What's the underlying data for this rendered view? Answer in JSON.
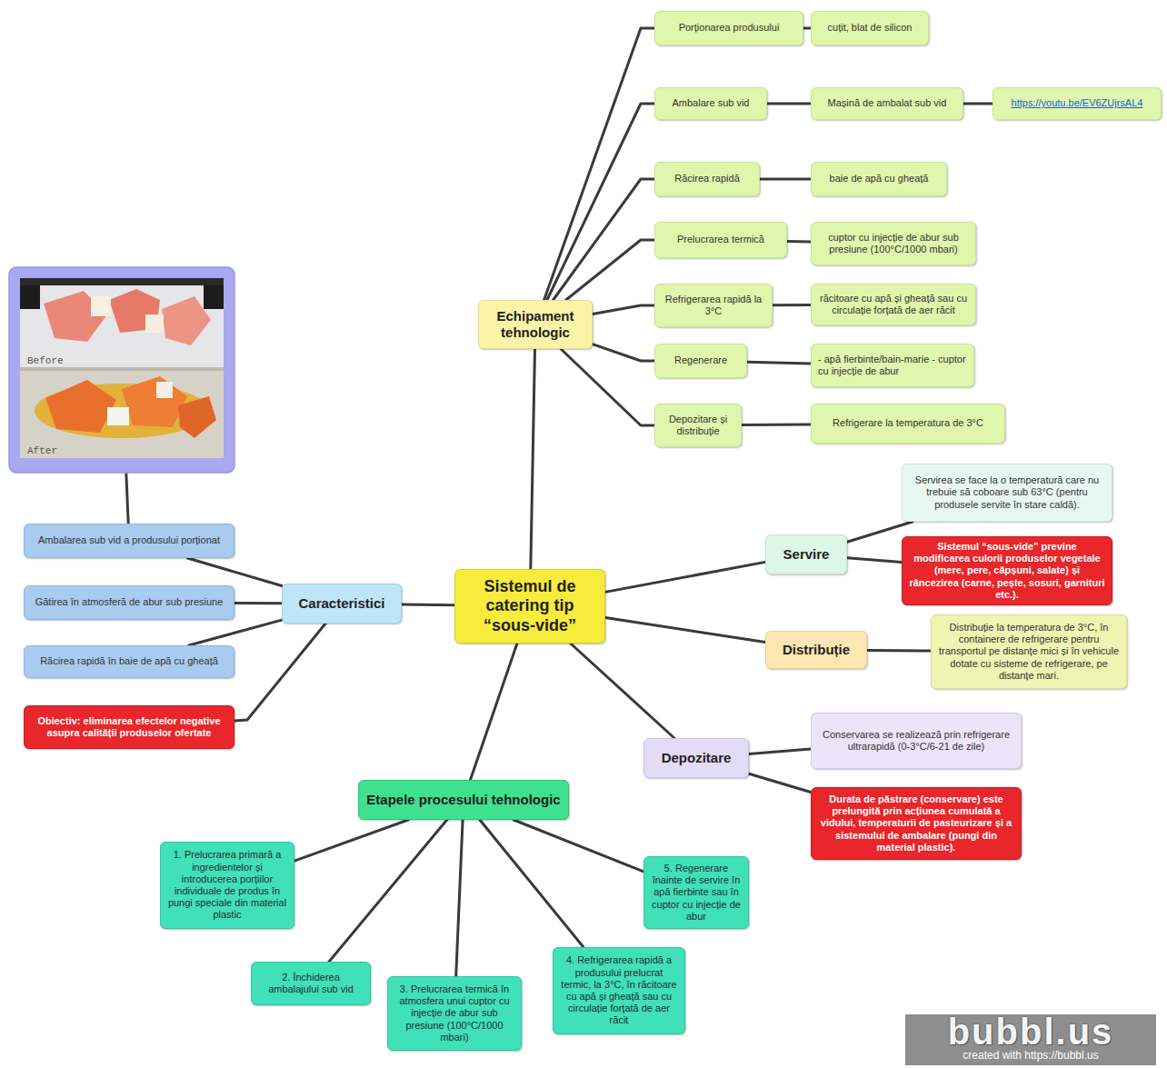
{
  "diagram": {
    "nodes": [
      {
        "text": [
          "Sistemul de catering tip “sous-vide”"
        ]
      },
      {
        "text": [
          "Echipament tehnologic"
        ]
      },
      {
        "text": [
          "Porționarea produsului"
        ]
      },
      {
        "text": [
          "cuțit, blat de silicon"
        ]
      },
      {
        "text": [
          "Ambalare sub vid"
        ]
      },
      {
        "text": [
          "Mașină de ambalat sub vid"
        ]
      },
      {
        "text": [
          "https://youtu.be/EV6ZUjrsAL4"
        ]
      },
      {
        "text": [
          "Răcirea rapidă"
        ]
      },
      {
        "text": [
          "baie de apă cu gheață"
        ]
      },
      {
        "text": [
          "Prelucrarea termică"
        ]
      },
      {
        "text": [
          "cuptor cu injecție de abur sub presiune (100°C/1000 mbari)"
        ]
      },
      {
        "text": [
          "Refrigerarea rapidă la 3°C"
        ]
      },
      {
        "text": [
          "răcitoare cu apă și gheață sau cu circulație forțată de aer răcit"
        ]
      },
      {
        "text": [
          "Regenerare"
        ]
      },
      {
        "text": [
          "- apă fierbinte/bain-marie - cuptor cu injecție de abur"
        ]
      },
      {
        "text": [
          "Depozitare și distribuție"
        ]
      },
      {
        "text": [
          "Refrigerare la temperatura de 3°C"
        ]
      },
      {
        "text": [
          "Servire"
        ]
      },
      {
        "text": [
          "Servirea se face la o temperatură care nu trebuie să coboare sub 63°C (pentru produsele servite în stare caldă)."
        ]
      },
      {
        "text": [
          "Sistemul “sous-vide” previne modificarea culorii produselor vegetale (mere, pere, căpșuni, salate) și râncezirea (carne, pește, sosuri, garnituri etc.)."
        ]
      },
      {
        "text": [
          "Distribuție"
        ]
      },
      {
        "text": [
          "Distribuție la temperatura de 3°C, în containere de refrigerare pentru transportul pe distanțe mici și în vehicule dotate cu sisteme de refrigerare, pe distanțe mari."
        ]
      },
      {
        "text": [
          "Depozitare"
        ]
      },
      {
        "text": [
          "Conservarea se realizează prin refrigerare ultrarapidă (0-3°C/6-21 de zile)"
        ]
      },
      {
        "text": [
          "Durata de păstrare (conservare) este prelungită prin acțiunea cumulată a vidului, temperaturii de pasteurizare și a sistemului de ambalare (pungi din material plastic)."
        ]
      },
      {
        "text": [
          "Etapele procesului tehnologic"
        ]
      },
      {
        "text": [
          "1. Prelucrarea primară a ingredientelor și introducerea porțiilor individuale de produs în pungi speciale din material plastic"
        ]
      },
      {
        "text": [
          "2. Închiderea ambalajului sub vid"
        ]
      },
      {
        "text": [
          "3. Prelucrarea termică în atmosfera unui cuptor cu injecție de abur sub presiune (100°C/1000 mbari)"
        ]
      },
      {
        "text": [
          "4. Refrigerarea rapidă a produsului prelucrat termic, la 3°C, în răcitoare cu apă și gheață sau cu circulație forțată de aer răcit"
        ]
      },
      {
        "text": [
          "5. Regenerare înainte de servire în apă fierbinte sau în cuptor cu injecție de abur"
        ]
      },
      {
        "text": [
          "Caracteristici"
        ]
      },
      {
        "text": [
          "Before",
          "After"
        ]
      },
      {
        "text": [
          "Ambalarea sub vid a produsului porționat"
        ]
      },
      {
        "text": [
          "Gătirea în atmosferă de abur sub presiune"
        ]
      },
      {
        "text": [
          "Răcirea rapidă în baie de apă cu gheață"
        ]
      },
      {
        "text": [
          "Obiectiv: eliminarea efectelor negative asupra calității produselor ofertate"
        ]
      }
    ],
    "edges": [
      {
        "from": 0,
        "to": 1,
        "arrow": "none"
      },
      {
        "from": 1,
        "to": 2,
        "arrow": "none"
      },
      {
        "from": 2,
        "to": 3,
        "arrow": "none"
      },
      {
        "from": 1,
        "to": 4,
        "arrow": "none"
      },
      {
        "from": 4,
        "to": 5,
        "arrow": "none"
      },
      {
        "from": 5,
        "to": 6,
        "arrow": "none"
      },
      {
        "from": 1,
        "to": 7,
        "arrow": "none"
      },
      {
        "from": 7,
        "to": 8,
        "arrow": "none"
      },
      {
        "from": 1,
        "to": 9,
        "arrow": "none"
      },
      {
        "from": 9,
        "to": 10,
        "arrow": "none"
      },
      {
        "from": 1,
        "to": 11,
        "arrow": "none"
      },
      {
        "from": 11,
        "to": 12,
        "arrow": "none"
      },
      {
        "from": 1,
        "to": 13,
        "arrow": "none"
      },
      {
        "from": 13,
        "to": 14,
        "arrow": "none"
      },
      {
        "from": 1,
        "to": 15,
        "arrow": "none"
      },
      {
        "from": 15,
        "to": 16,
        "arrow": "none"
      },
      {
        "from": 0,
        "to": 17,
        "arrow": "none"
      },
      {
        "from": 17,
        "to": 18,
        "arrow": "none"
      },
      {
        "from": 17,
        "to": 19,
        "arrow": "none"
      },
      {
        "from": 0,
        "to": 20,
        "arrow": "none"
      },
      {
        "from": 20,
        "to": 21,
        "arrow": "none"
      },
      {
        "from": 0,
        "to": 22,
        "arrow": "none"
      },
      {
        "from": 22,
        "to": 23,
        "arrow": "none"
      },
      {
        "from": 22,
        "to": 24,
        "arrow": "none"
      },
      {
        "from": 0,
        "to": 25,
        "arrow": "none"
      },
      {
        "from": 25,
        "to": 26,
        "arrow": "none"
      },
      {
        "from": 25,
        "to": 27,
        "arrow": "none"
      },
      {
        "from": 25,
        "to": 28,
        "arrow": "none"
      },
      {
        "from": 25,
        "to": 29,
        "arrow": "none"
      },
      {
        "from": 25,
        "to": 30,
        "arrow": "none"
      },
      {
        "from": 0,
        "to": 31,
        "arrow": "none"
      },
      {
        "from": 31,
        "to": 33,
        "arrow": "none"
      },
      {
        "from": 31,
        "to": 34,
        "arrow": "none"
      },
      {
        "from": 31,
        "to": 35,
        "arrow": "none"
      },
      {
        "from": 31,
        "to": 36,
        "arrow": "none"
      },
      {
        "from": 32,
        "to": 33,
        "arrow": "none"
      }
    ],
    "labels": [
      "bubbl.us",
      "created with https://bubbl.us"
    ]
  }
}
